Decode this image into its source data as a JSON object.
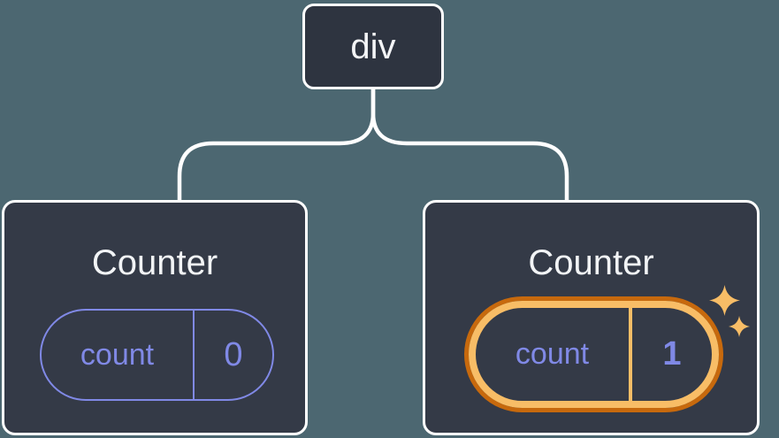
{
  "diagram": {
    "description": "React component tree: div root with two Counter children, second Counter has highlighted state",
    "root_node": {
      "label": "div"
    },
    "counters": [
      {
        "title": "Counter",
        "state_key": "count",
        "state_value": "0",
        "highlighted": false
      },
      {
        "title": "Counter",
        "state_key": "count",
        "state_value": "1",
        "highlighted": true
      }
    ],
    "icons": {
      "sparkles": "sparkles-icon"
    },
    "colors": {
      "background": "#4C6771",
      "root_node_fill": "#2E3440",
      "counter_fill": "#343A47",
      "border_and_lines": "#FFFFFF",
      "title_text": "#F2F4F6",
      "state_purple": "#8089E6",
      "highlight_ring_outer": "#C7690D",
      "highlight_ring_inner": "#F8BD66"
    }
  }
}
